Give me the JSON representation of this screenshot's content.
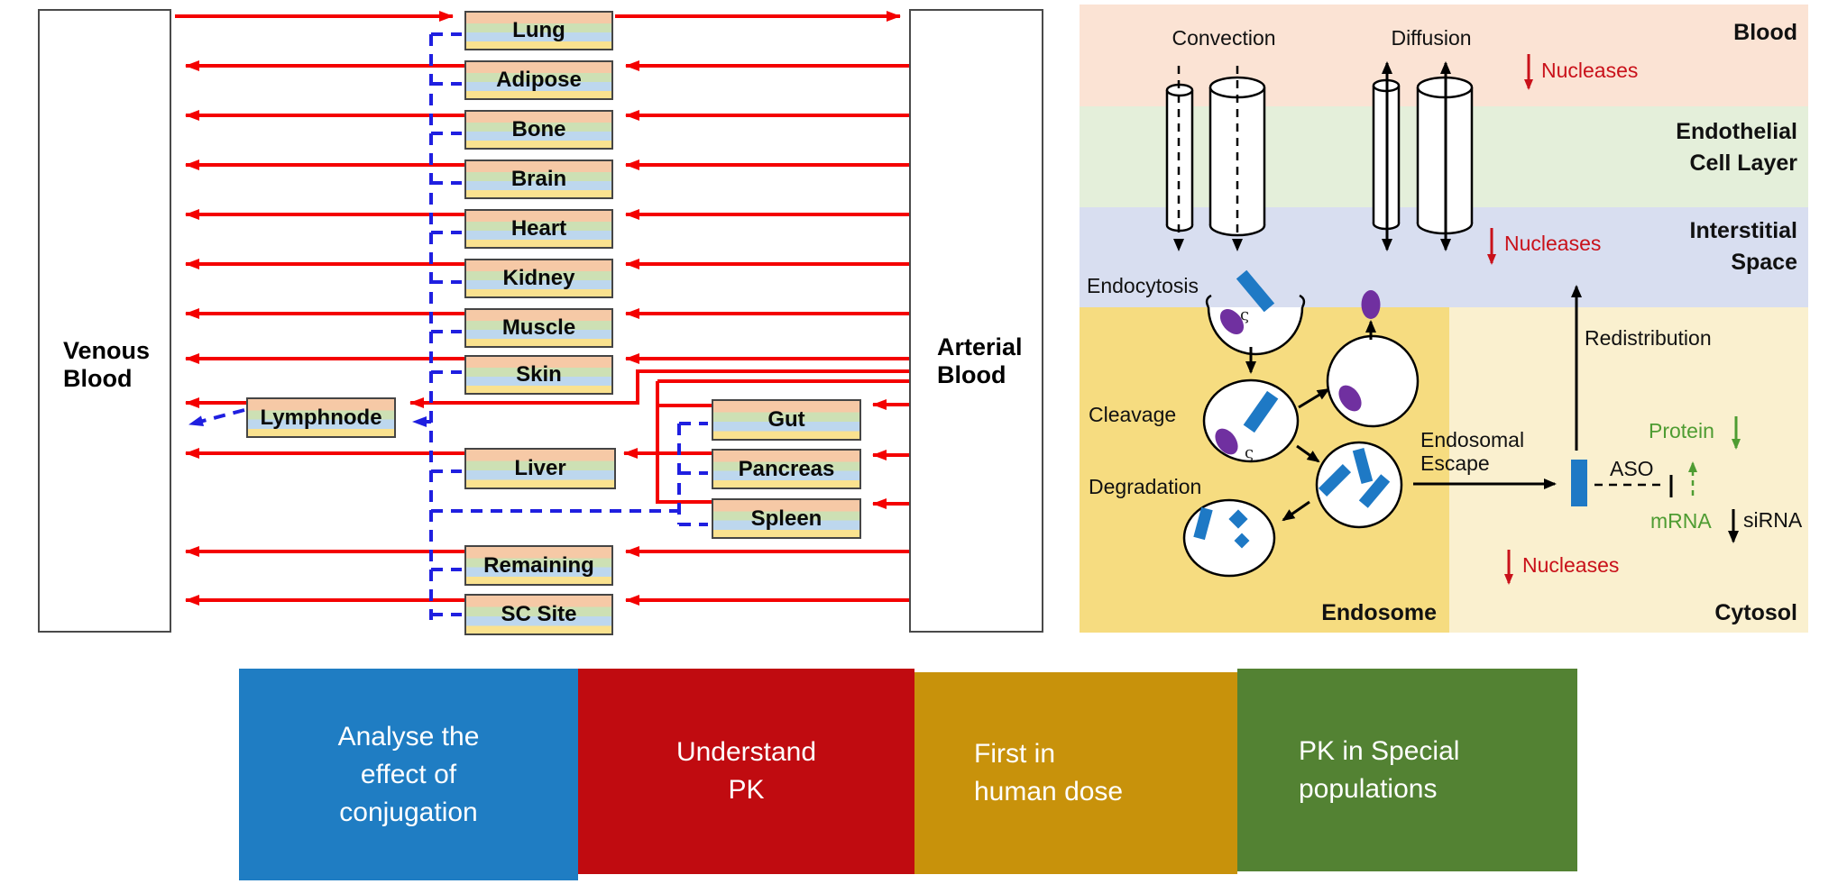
{
  "left_diagram": {
    "venous_label": "Venous\nBlood",
    "arterial_label": "Arterial\nBlood",
    "organs": [
      "Lung",
      "Adipose",
      "Bone",
      "Brain",
      "Heart",
      "Kidney",
      "Muscle",
      "Skin",
      "Lymphnode",
      "Gut",
      "Liver",
      "Pancreas",
      "Spleen",
      "Remaining",
      "SC Site"
    ]
  },
  "cell_diagram": {
    "blood_label": "Blood",
    "endothelial_label": "Endothelial\nCell Layer",
    "interstitial_label": "Interstitial\nSpace",
    "endosome_label": "Endosome",
    "cytosol_label": "Cytosol",
    "convection_label": "Convection",
    "diffusion_label": "Diffusion",
    "nucleases_label": "Nucleases",
    "endocytosis_label": "Endocytosis",
    "cleavage_label": "Cleavage",
    "degradation_label": "Degradation",
    "endosomal_escape_label": "Endosomal\nEscape",
    "redistribution_label": "Redistribution",
    "aso_label": "ASO",
    "protein_label": "Protein",
    "mrna_label": "mRNA",
    "sirna_label": "siRNA"
  },
  "goals": [
    {
      "label": "Analyse the\neffect of\nconjugation",
      "color": "#1F7DC3"
    },
    {
      "label": "Understand\nPK",
      "color": "#C00B10"
    },
    {
      "label": "First in\nhuman dose",
      "color": "#C8920B"
    },
    {
      "label": "PK in Special\npopulations",
      "color": "#538233"
    }
  ],
  "colors": {
    "red_flow": "#F40000",
    "blue_lymph": "#1F1FE0",
    "organ_stripes": [
      "#F6C9A6",
      "#CDE0B4",
      "#BDD7EE",
      "#FAE28F"
    ],
    "blood_band": "#FBE3D4",
    "endothelial_band": "#E4EFDA",
    "interstitial_band": "#D8DEF0",
    "endosome_band": "#F6DC80",
    "cytosol_band": "#FAF0CF",
    "aso_blue": "#1E79C5",
    "ligand_purple": "#7030A0",
    "nucleases_red": "#C9111A",
    "rna_green": "#4E9C32"
  }
}
